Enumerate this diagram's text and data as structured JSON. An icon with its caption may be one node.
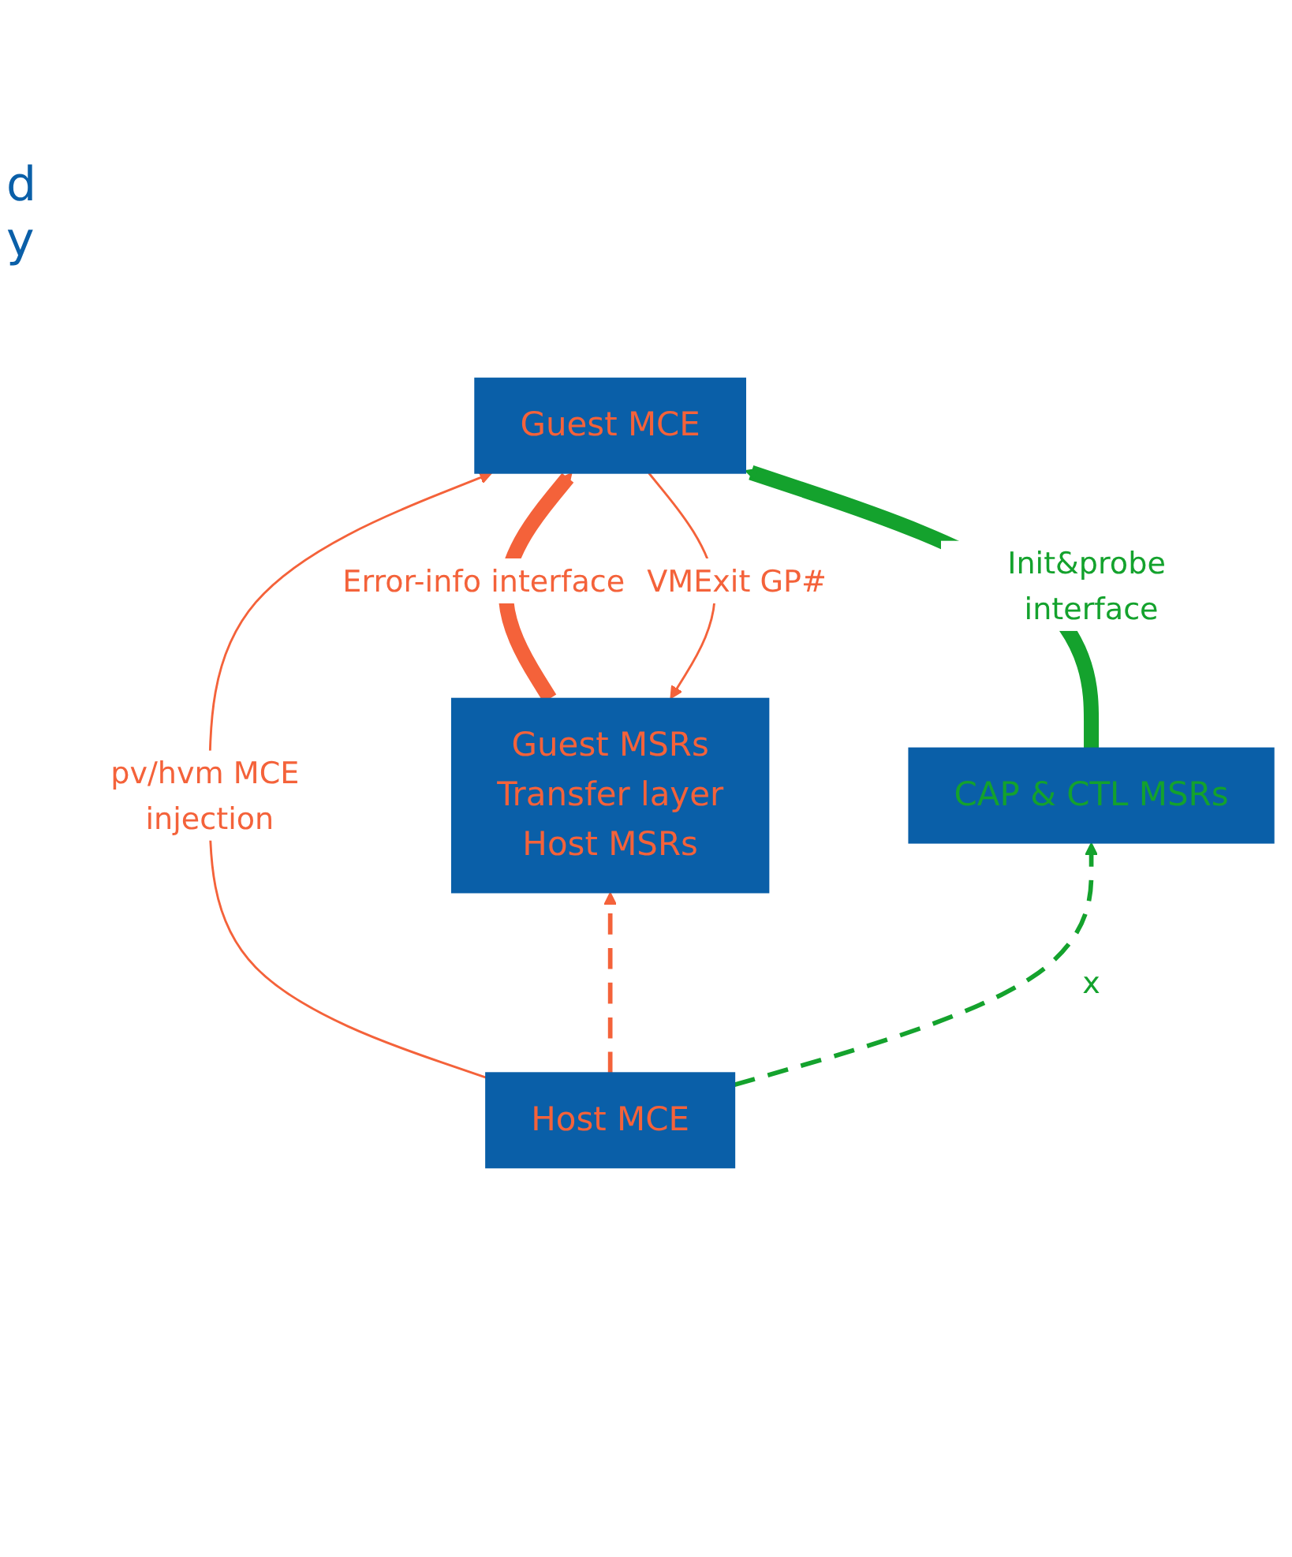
{
  "diagram": {
    "nodes": [
      {
        "text": [
          "Guest MCE"
        ]
      },
      {
        "text": [
          "Guest MSRs",
          "Transfer layer",
          "Host MSRs"
        ]
      },
      {
        "text": [
          "CAP & CTL MSRs"
        ]
      },
      {
        "text": [
          "Host MCE"
        ]
      }
    ],
    "edges": [
      {
        "from": 1,
        "to": 0,
        "arrow": "to",
        "label": "Error-info interface",
        "style": "thick",
        "color": "#f4623a"
      },
      {
        "from": 0,
        "to": 1,
        "arrow": "to",
        "label": "VMExit GP#",
        "color": "#f4623a"
      },
      {
        "from": 3,
        "to": 0,
        "arrow": "to",
        "label": "pv/hvm MCE injection",
        "color": "#f4623a"
      },
      {
        "from": 2,
        "to": 0,
        "arrow": "to",
        "label": "Init&probe interface",
        "style": "thick",
        "color": "#14a22d"
      },
      {
        "from": 3,
        "to": 1,
        "arrow": "to",
        "style": "dashed",
        "color": "#f4623a"
      },
      {
        "from": 3,
        "to": 2,
        "arrow": "to",
        "label": "x",
        "style": "dashed",
        "color": "#14a22d"
      }
    ],
    "labels": [
      "d",
      "y"
    ]
  }
}
